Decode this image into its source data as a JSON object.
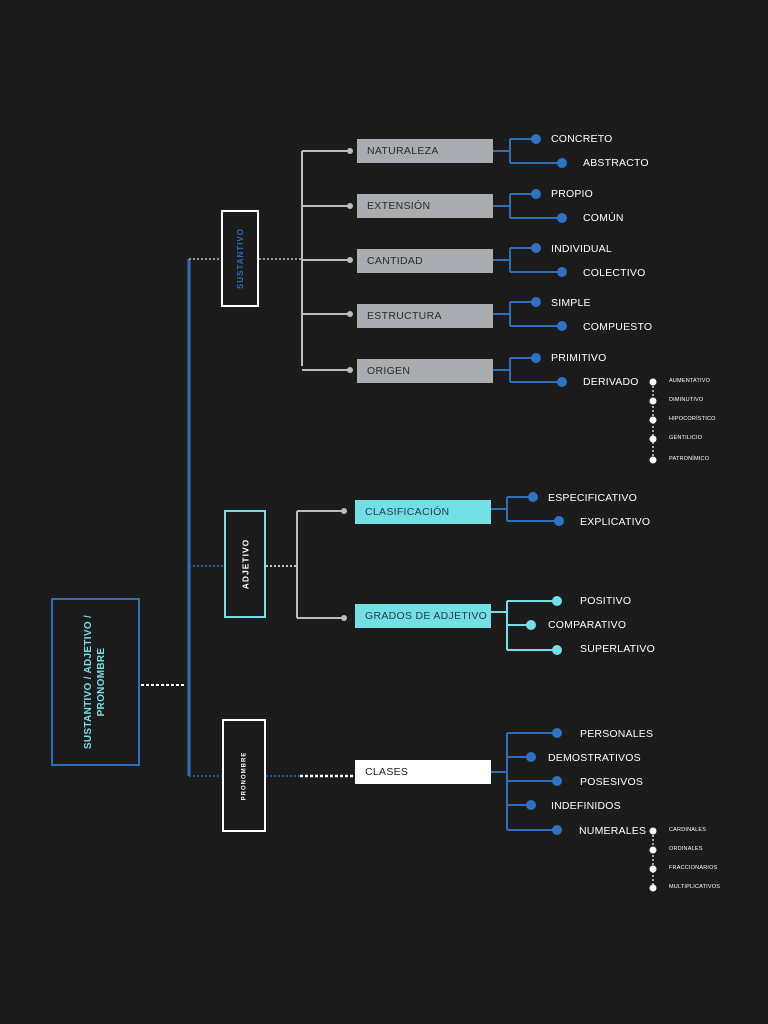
{
  "colors": {
    "background": "#1b1b1c",
    "blue": "#2e6fb8",
    "dot_blue": "#2f72c4",
    "cyan": "#74e0e6",
    "gray_bar": "#a9acb1",
    "light_gray": "#bcbcbc",
    "white": "#ffffff"
  },
  "root": {
    "label": "SUSTANTIVO / ADJETIVO / PRONOMBRE",
    "line1": "SUSTANTIVO / ADJETIVO /",
    "line2": "PRONOMBRE"
  },
  "sustantivo": {
    "label": "SUSTANTIVO",
    "categories": [
      {
        "label": "NATURALEZA",
        "items": [
          "CONCRETO",
          "ABSTRACTO"
        ]
      },
      {
        "label": "EXTENSIÓN",
        "items": [
          "PROPIO",
          "COMÚN"
        ]
      },
      {
        "label": "CANTIDAD",
        "items": [
          "INDIVIDUAL",
          "COLECTIVO"
        ]
      },
      {
        "label": "ESTRUCTURA",
        "items": [
          "SIMPLE",
          "COMPUESTO"
        ]
      },
      {
        "label": "ORIGEN",
        "items": [
          "PRIMITIVO",
          "DERIVADO"
        ]
      }
    ],
    "derivado_types": [
      "AUMENTATIVO",
      "DIMINUTIVO",
      "HIPOCORÍSTICO",
      "GENTILICIO",
      "PATRONÍMICO"
    ]
  },
  "adjetivo": {
    "label": "ADJETIVO",
    "categories": [
      {
        "label": "CLASIFICACIÓN",
        "items": [
          "ESPECIFICATIVO",
          "EXPLICATIVO"
        ]
      },
      {
        "label": "GRADOS DE ADJETIVO",
        "items": [
          "POSITIVO",
          "COMPARATIVO",
          "SUPERLATIVO"
        ]
      }
    ]
  },
  "pronombre": {
    "label": "PRONOMBRE",
    "categories": [
      {
        "label": "CLASES",
        "items": [
          "PERSONALES",
          "DEMOSTRATIVOS",
          "POSESIVOS",
          "INDEFINIDOS",
          "NUMERALES"
        ]
      }
    ],
    "numerales_types": [
      "CARDINALES",
      "ORDINALES",
      "FRACCIONARIOS",
      "MULTIPLICATIVOS"
    ]
  }
}
